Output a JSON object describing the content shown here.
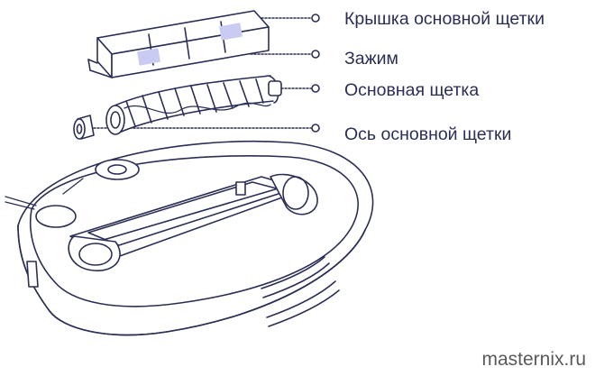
{
  "diagram": {
    "colors": {
      "line": "#2b2f55",
      "accent": "#c9cbf2",
      "text": "#2b2f55"
    },
    "parts": [
      {
        "id": "cover",
        "label": "Крышка основной щетки"
      },
      {
        "id": "clip",
        "label": "Зажим"
      },
      {
        "id": "brush",
        "label": "Основная щетка"
      },
      {
        "id": "axle",
        "label": "Ось основной щетки"
      }
    ]
  },
  "watermark": "masternix.ru"
}
